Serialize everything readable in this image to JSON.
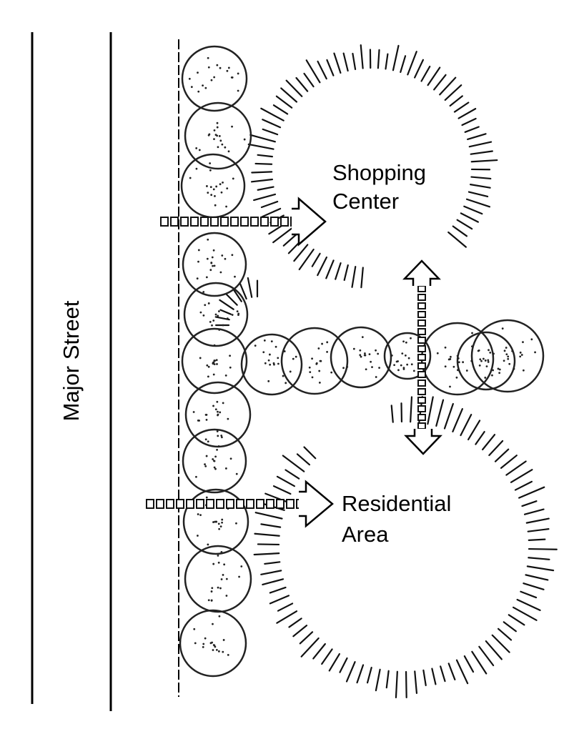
{
  "labels": {
    "street": "Major Street",
    "shopping_line1": "Shopping",
    "shopping_line2": "Center",
    "residential_line1": "Residential",
    "residential_line2": "Area"
  },
  "colors": {
    "ink": "#000000",
    "background": "#ffffff"
  }
}
